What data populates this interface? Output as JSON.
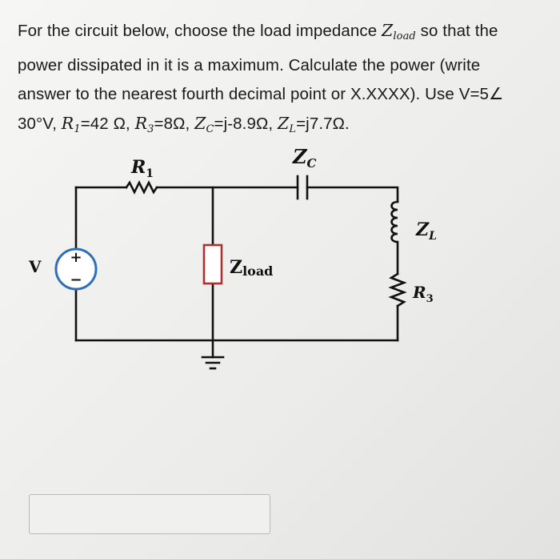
{
  "question": {
    "line1_pre": "For the circuit below, choose the load impedance ",
    "zload_symbol": "Z",
    "zload_sub": "load",
    "line1_post": " so that the",
    "line2": "power dissipated in it is a maximum. Calculate the power (write",
    "line3": "answer to the nearest fourth decimal point or X.XXXX). Use V=5∠",
    "line4_angle": "30°V, ",
    "r1_sym": "R",
    "r1_sub": "1",
    "r1_val": "=42 Ω, ",
    "r3_sym": "R",
    "r3_sub": "3",
    "r3_val": "=8Ω, ",
    "zc_sym": "Z",
    "zc_sub": "C",
    "zc_val": "=j-8.9Ω, ",
    "zl_sym": "Z",
    "zl_sub": "L",
    "zl_val": "=j7.7Ω."
  },
  "circuit": {
    "label_v": "V",
    "label_r1_sym": "R",
    "label_r1_sub": "1",
    "label_zc_sym": "Z",
    "label_zc_sub": "C",
    "label_zl_sym": "Z",
    "label_zl_sub": "L",
    "label_r3_sym": "R",
    "label_r3_sub": "3",
    "label_zload_sym": "Z",
    "label_zload_sub": "load",
    "source_plus": "+",
    "source_minus": "−",
    "load_box_color": "#b03030"
  },
  "answer": {
    "value": ""
  }
}
